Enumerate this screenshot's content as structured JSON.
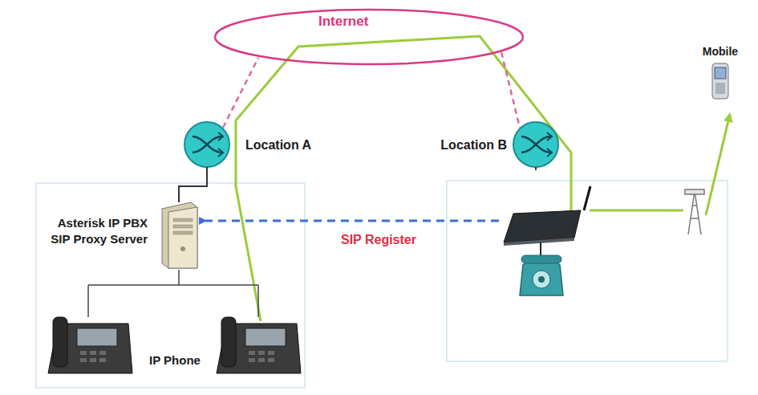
{
  "diagram": {
    "nodes": [
      {
        "text": [
          "Internet"
        ]
      },
      {
        "text": [
          "Location A"
        ]
      },
      {
        "text": [
          "Location B"
        ]
      },
      {
        "text": [
          "Asterisk IP PBX SIP Proxy Server"
        ]
      },
      {
        "text": [
          "Mobile"
        ]
      }
    ],
    "edges": [
      {
        "from": 1,
        "to": 0,
        "arrow": "none"
      },
      {
        "from": 0,
        "to": 2,
        "arrow": "none"
      },
      {
        "from": 3,
        "to": 1,
        "arrow": "none"
      }
    ],
    "labels": [
      "SIP Register",
      "IP Phone"
    ]
  }
}
